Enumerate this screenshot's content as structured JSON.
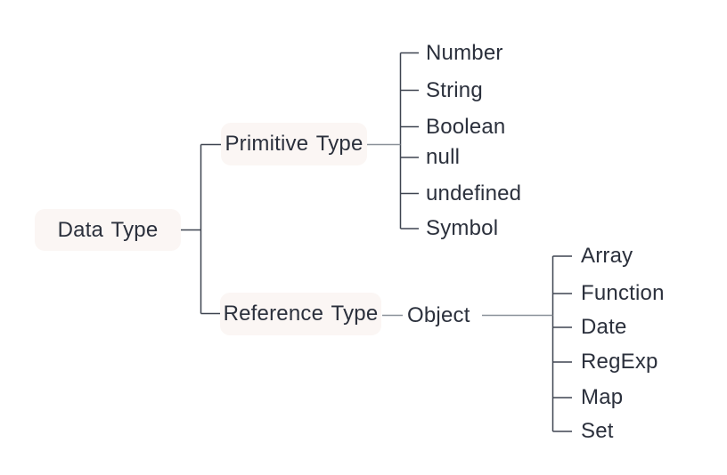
{
  "nodes": {
    "root": "Data Type",
    "primitive": "Primitive Type",
    "reference": "Reference Type",
    "object": "Object"
  },
  "primitive_children": [
    "Number",
    "String",
    "Boolean",
    "null",
    "undefined",
    "Symbol"
  ],
  "object_children": [
    "Array",
    "Function",
    "Date",
    "RegExp",
    "Map",
    "Set"
  ],
  "tree": {
    "label": "Data Type",
    "children": [
      {
        "label": "Primitive Type",
        "children": [
          "Number",
          "String",
          "Boolean",
          "null",
          "undefined",
          "Symbol"
        ]
      },
      {
        "label": "Reference Type",
        "children": [
          {
            "label": "Object",
            "children": [
              "Array",
              "Function",
              "Date",
              "RegExp",
              "Map",
              "Set"
            ]
          }
        ]
      }
    ]
  },
  "colors": {
    "node_bg": "#fbf6f4",
    "text": "#2b303c",
    "line_dark": "#3e4450",
    "line_light": "#8a9199",
    "background": "#ffffff"
  }
}
